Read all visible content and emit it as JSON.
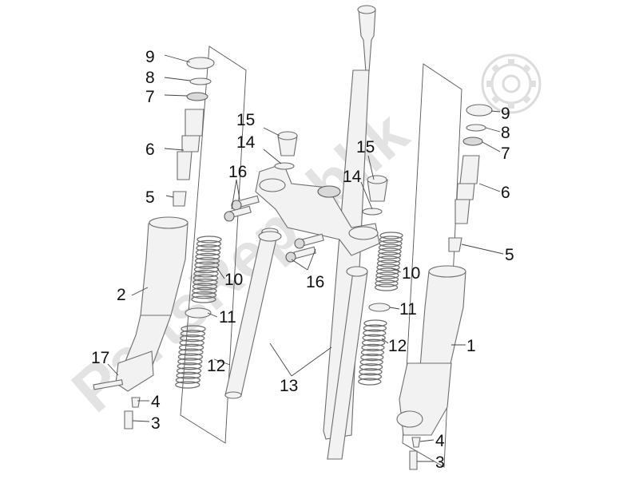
{
  "watermark": {
    "text": "PartsRepublik",
    "icon": "gear-icon",
    "color": "#e0e0e0"
  },
  "callouts": [
    {
      "id": "c9a",
      "label": "9"
    },
    {
      "id": "c8a",
      "label": "8"
    },
    {
      "id": "c7a",
      "label": "7"
    },
    {
      "id": "c6a",
      "label": "6"
    },
    {
      "id": "c5a",
      "label": "5"
    },
    {
      "id": "c2",
      "label": "2"
    },
    {
      "id": "c17",
      "label": "17"
    },
    {
      "id": "c4a",
      "label": "4"
    },
    {
      "id": "c3a",
      "label": "3"
    },
    {
      "id": "c15a",
      "label": "15"
    },
    {
      "id": "c14a",
      "label": "14"
    },
    {
      "id": "c16a",
      "label": "16"
    },
    {
      "id": "c10a",
      "label": "10"
    },
    {
      "id": "c11a",
      "label": "11"
    },
    {
      "id": "c12a",
      "label": "12"
    },
    {
      "id": "c13",
      "label": "13"
    },
    {
      "id": "c16b",
      "label": "16"
    },
    {
      "id": "c15b",
      "label": "15"
    },
    {
      "id": "c14b",
      "label": "14"
    },
    {
      "id": "c10b",
      "label": "10"
    },
    {
      "id": "c11b",
      "label": "11"
    },
    {
      "id": "c12b",
      "label": "12"
    },
    {
      "id": "c1",
      "label": "1"
    },
    {
      "id": "c9b",
      "label": "9"
    },
    {
      "id": "c8b",
      "label": "8"
    },
    {
      "id": "c7b",
      "label": "7"
    },
    {
      "id": "c6b",
      "label": "6"
    },
    {
      "id": "c5b",
      "label": "5"
    },
    {
      "id": "c4b",
      "label": "4"
    },
    {
      "id": "c3b",
      "label": "3"
    }
  ]
}
